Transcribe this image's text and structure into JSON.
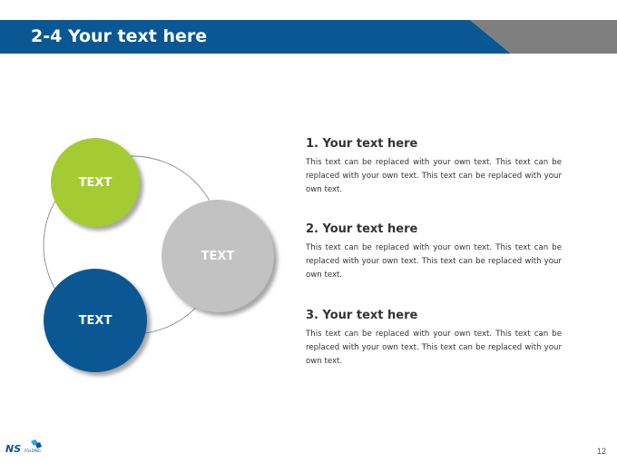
{
  "header": {
    "title": "2-4 Your text here",
    "colors": {
      "primary": "#0b5794",
      "secondary": "#7f7f7f"
    }
  },
  "diagram": {
    "bubbles": [
      {
        "label": "TEXT",
        "color": "#a4cc32"
      },
      {
        "label": "TEXT",
        "color": "#c2c2c2"
      },
      {
        "label": "TEXT",
        "color": "#0b5794"
      }
    ]
  },
  "items": [
    {
      "title": "1. Your text here",
      "body": "This text can be replaced with your own text. This text can be replaced with your own text. This text can be replaced with your own text."
    },
    {
      "title": "2. Your text here",
      "body": "This text can be replaced with your own text. This text can be replaced with your own text. This text can be replaced with your own text."
    },
    {
      "title": "3. Your text here",
      "body": "This text can be replaced with your own text. This text can be replaced with your own text. This text can be replaced with your own text."
    }
  ],
  "footer": {
    "logo_text": "NS",
    "logo_sub": "FOLDING",
    "page_number": "12"
  }
}
